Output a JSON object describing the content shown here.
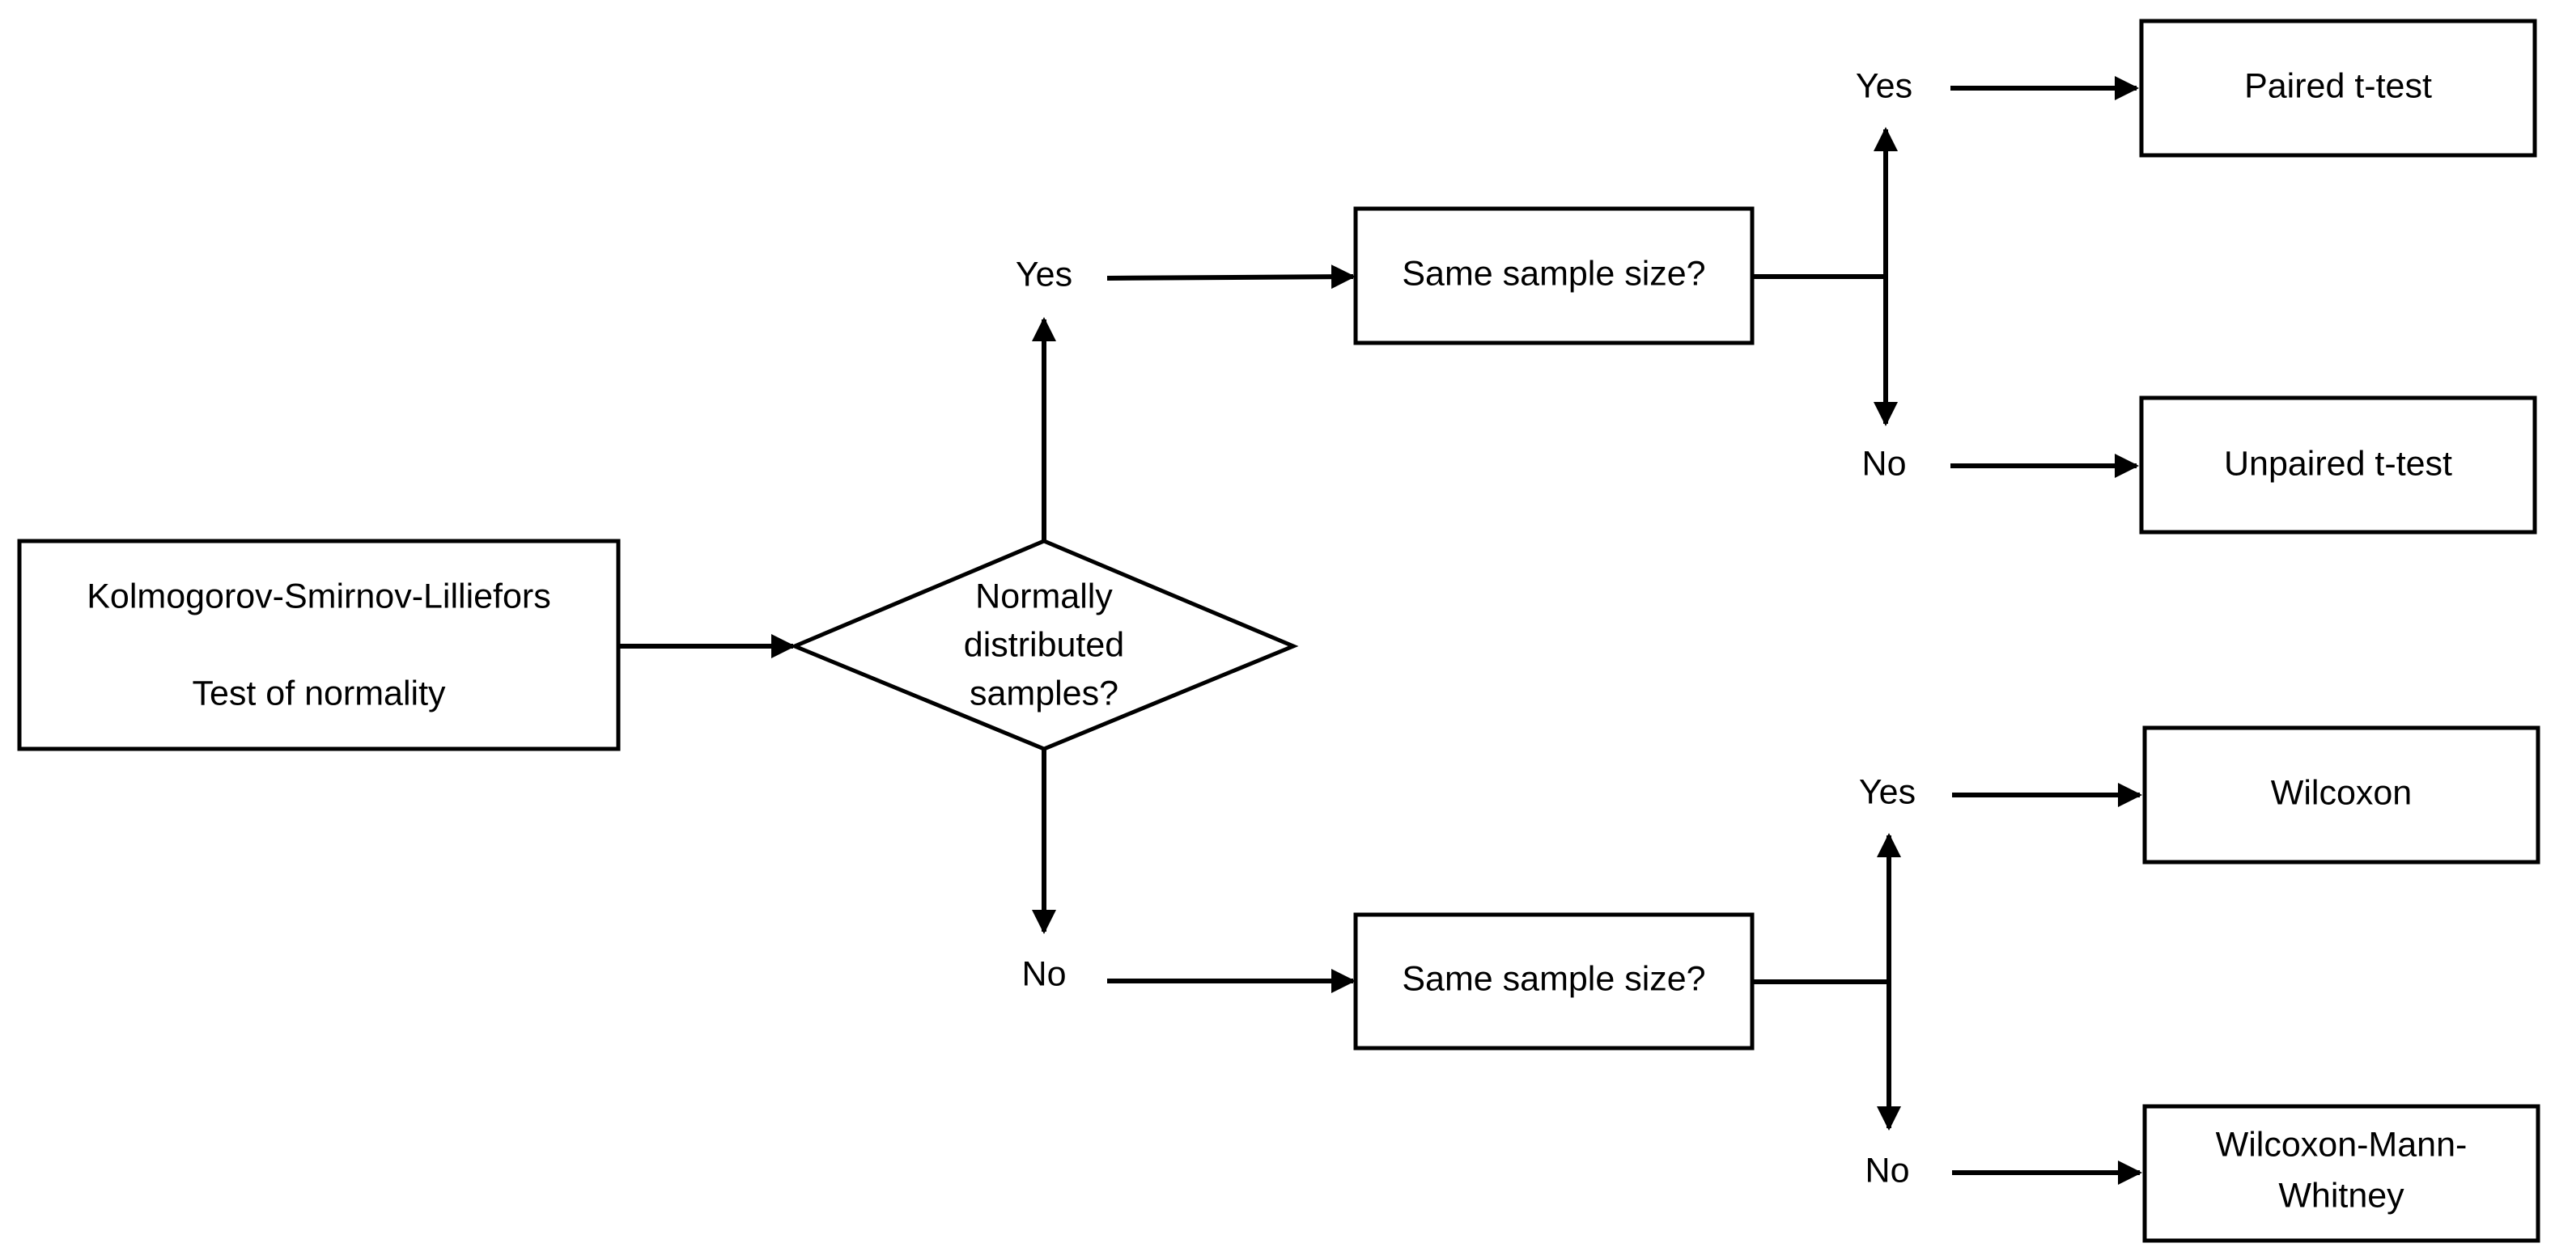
{
  "start_box": {
    "line1": "Kolmogorov-Smirnov-Lilliefors",
    "line2": "Test of normality"
  },
  "decision": {
    "line1": "Normally",
    "line2": "distributed",
    "line3": "samples?"
  },
  "branch_normal": {
    "label": "Yes",
    "question": "Same sample size?",
    "yes_label": "Yes",
    "yes_result": "Paired t-test",
    "no_label": "No",
    "no_result": "Unpaired t-test"
  },
  "branch_not_normal": {
    "label": "No",
    "question": "Same sample size?",
    "yes_label": "Yes",
    "yes_result": "Wilcoxon",
    "no_label": "No",
    "no_result_line1": "Wilcoxon-Mann-",
    "no_result_line2": "Whitney"
  },
  "colors": {
    "stroke": "#000000",
    "fill": "#ffffff"
  }
}
